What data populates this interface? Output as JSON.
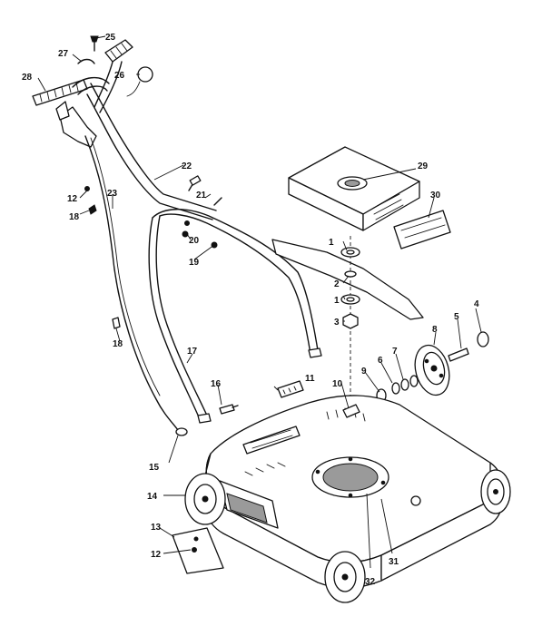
{
  "callouts": {
    "c1a": "1",
    "c1b": "1",
    "c2": "2",
    "c3": "3",
    "c4": "4",
    "c5": "5",
    "c6": "6",
    "c7": "7",
    "c8": "8",
    "c9": "9",
    "c10": "10",
    "c11": "11",
    "c12a": "12",
    "c12b": "12",
    "c13": "13",
    "c14": "14",
    "c15": "15",
    "c16": "16",
    "c17": "17",
    "c18a": "18",
    "c18b": "18",
    "c19": "19",
    "c20": "20",
    "c21": "21",
    "c22": "22",
    "c23": "23",
    "c25": "25",
    "c26": "26",
    "c27": "27",
    "c28": "28",
    "c29": "29",
    "c30": "30",
    "c31": "31",
    "c32": "32"
  },
  "colors": {
    "ink": "#111111",
    "paper": "#ffffff"
  }
}
